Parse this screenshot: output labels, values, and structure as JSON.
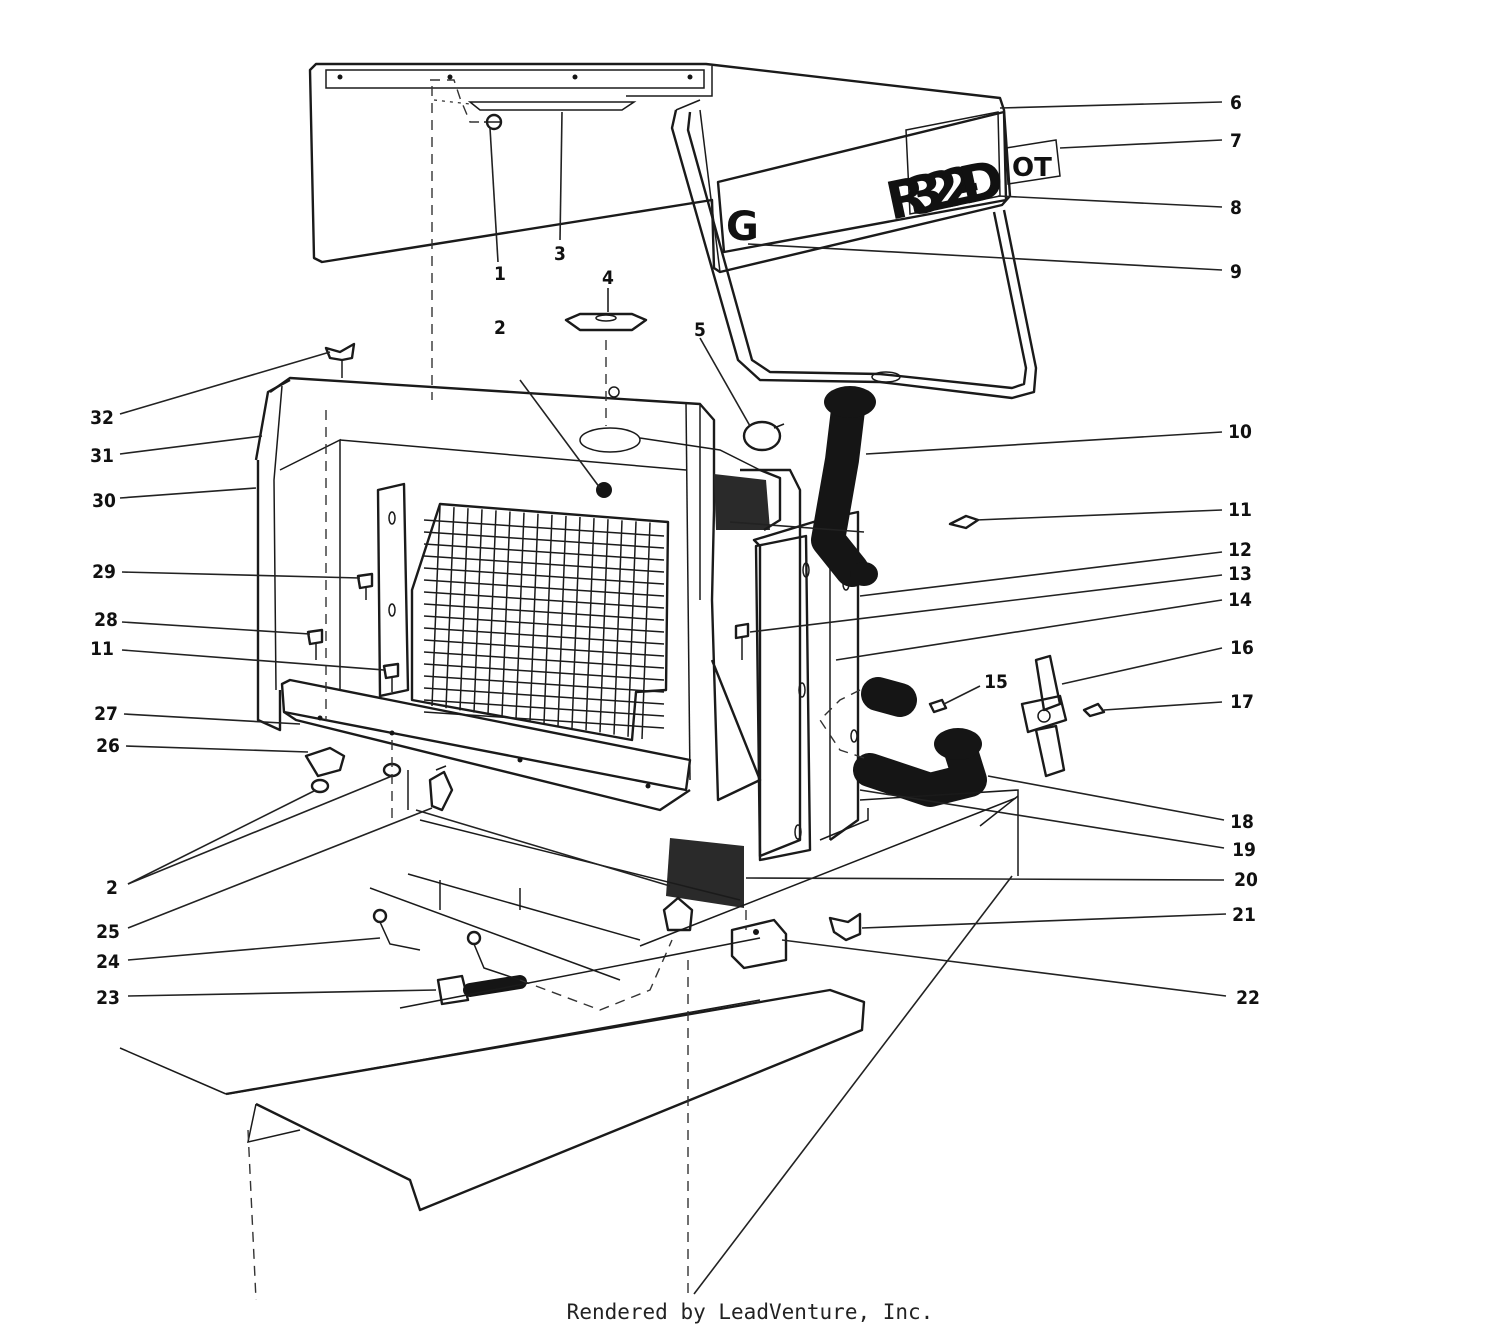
{
  "decal": {
    "model": "R322-D",
    "left_letter": "G",
    "right_fragment": "OT"
  },
  "callouts": [
    {
      "n": "1"
    },
    {
      "n": "2"
    },
    {
      "n": "3"
    },
    {
      "n": "4"
    },
    {
      "n": "5"
    },
    {
      "n": "6"
    },
    {
      "n": "7"
    },
    {
      "n": "8"
    },
    {
      "n": "9"
    },
    {
      "n": "10"
    },
    {
      "n": "11"
    },
    {
      "n": "12"
    },
    {
      "n": "13"
    },
    {
      "n": "14"
    },
    {
      "n": "15"
    },
    {
      "n": "16"
    },
    {
      "n": "17"
    },
    {
      "n": "18"
    },
    {
      "n": "19"
    },
    {
      "n": "20"
    },
    {
      "n": "21"
    },
    {
      "n": "22"
    },
    {
      "n": "23"
    },
    {
      "n": "24"
    },
    {
      "n": "25"
    },
    {
      "n": "26"
    },
    {
      "n": "27"
    },
    {
      "n": "28"
    },
    {
      "n": "29"
    },
    {
      "n": "30"
    },
    {
      "n": "31"
    },
    {
      "n": "32"
    },
    {
      "n": "11"
    },
    {
      "n": "2"
    },
    {
      "n": "2"
    }
  ],
  "footer": "Rendered by LeadVenture, Inc."
}
